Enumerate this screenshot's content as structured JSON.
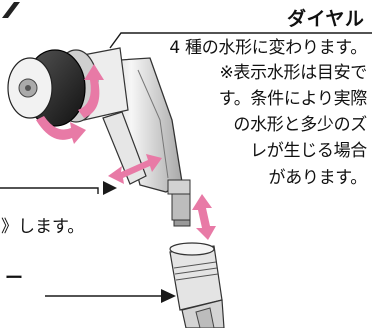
{
  "callout": {
    "title": "ダイヤル",
    "description_lines": [
      "4 種の水形に変わります。",
      "※表示水形は目安で",
      "す。条件により実際",
      "の水形と多少のズ",
      "レが生じる場合",
      "があります。"
    ]
  },
  "left_fragments": {
    "line_1": "》します。",
    "line_2": "ー"
  },
  "colors": {
    "arrow_pink": "#e87aa6",
    "line": "#1a1a1a",
    "body_gray": "#dcdcdc"
  },
  "icons": [
    "spray-nozzle-illustration",
    "rotate-arrow-icon",
    "double-arrow-icon",
    "hose-connector-illustration"
  ]
}
